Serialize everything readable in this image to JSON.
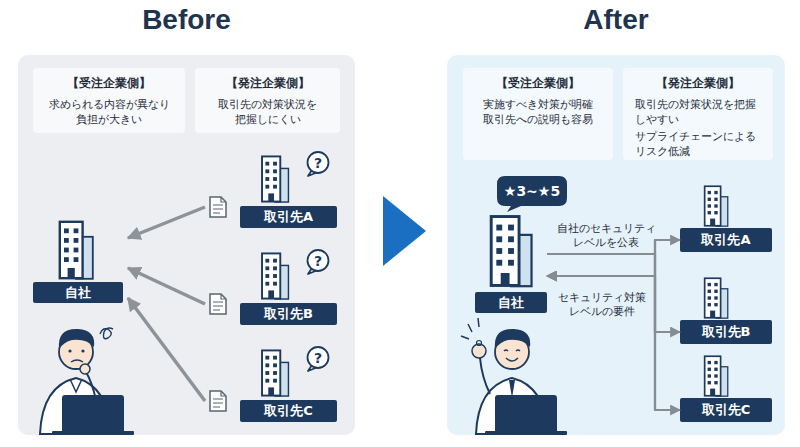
{
  "diagram": {
    "nodes": [
      {
        "text": [
          "Before"
        ]
      },
      {
        "text": [
          "【受注企業側】",
          "求められる内容が異なり 負担が大きい"
        ],
        "in": 0
      },
      {
        "text": [
          "【発注企業側】",
          "取引先の対策状況を 把握しにくい"
        ],
        "in": 0
      },
      {
        "text": [
          "自社"
        ],
        "in": 0
      },
      {
        "text": [
          "?"
        ],
        "in": 0
      },
      {
        "text": [
          "取引先A"
        ],
        "in": 0
      },
      {
        "text": [
          "?"
        ],
        "in": 0
      },
      {
        "text": [
          "取引先B"
        ],
        "in": 0
      },
      {
        "text": [
          "?"
        ],
        "in": 0
      },
      {
        "text": [
          "取引先C"
        ],
        "in": 0
      },
      {
        "text": [
          "After"
        ]
      },
      {
        "text": [
          "【受注企業側】",
          "実施すべき対策が明確 取引先への説明も容易"
        ],
        "in": 10
      },
      {
        "text": [
          "【発注企業側】",
          "取引先の対策状況を把握 しやすい",
          "サプライチェーンによる リスク低減"
        ],
        "in": 10
      },
      {
        "text": [
          "★3~★5"
        ],
        "in": 10
      },
      {
        "text": [
          "自社"
        ],
        "in": 10
      },
      {
        "text": [
          "取引先A"
        ],
        "in": 10
      },
      {
        "text": [
          "取引先B"
        ],
        "in": 10
      },
      {
        "text": [
          "取引先C"
        ],
        "in": 10
      }
    ],
    "edges": [
      {
        "from": 5,
        "to": 3,
        "arrow": "to"
      },
      {
        "from": 7,
        "to": 3,
        "arrow": "to"
      },
      {
        "from": 9,
        "to": 3,
        "arrow": "to"
      },
      {
        "from": 14,
        "to": 15,
        "arrow": "to",
        "label": "自社のセキュリティ レベルを公表"
      },
      {
        "from": 14,
        "to": 16,
        "arrow": "to"
      },
      {
        "from": 14,
        "to": 17,
        "arrow": "to"
      },
      {
        "from": 15,
        "to": 14,
        "arrow": "to",
        "label": "セキュリティ対策 レベルの要件"
      },
      {
        "from": 16,
        "to": 14,
        "arrow": "to"
      },
      {
        "from": 17,
        "to": 14,
        "arrow": "to"
      }
    ]
  }
}
